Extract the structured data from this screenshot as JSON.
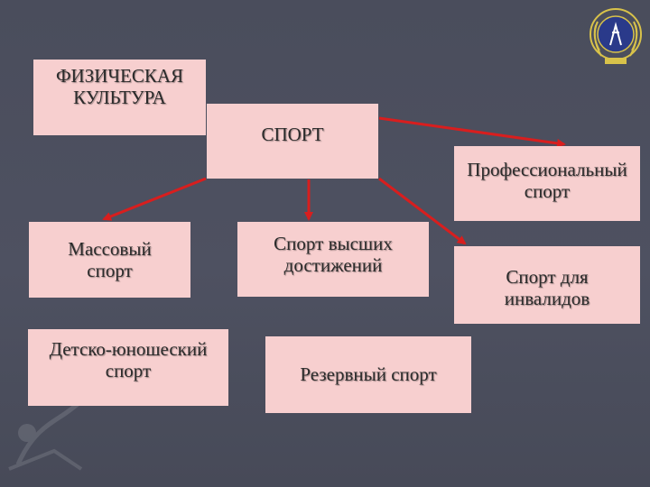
{
  "diagram": {
    "nodes": {
      "fiz_kultura": "ФИЗИЧЕСКАЯ\nКУЛЬТУРА",
      "sport": "СПОРТ",
      "professional": "Профессиональный\nспорт",
      "massovy": "Массовый\nспорт",
      "vysshih": "Спорт высших\nдостижений",
      "invalidov": "Спорт для\nинвалидов",
      "detsko": "Детско-юношеский\nспорт",
      "rezervny": "Резервный спорт"
    },
    "colors": {
      "box_fill": "#f7cfcf",
      "arrow": "#d81e1e",
      "background": "#4e5161"
    },
    "icons": {
      "emblem": "laurel-emblem-icon"
    }
  }
}
